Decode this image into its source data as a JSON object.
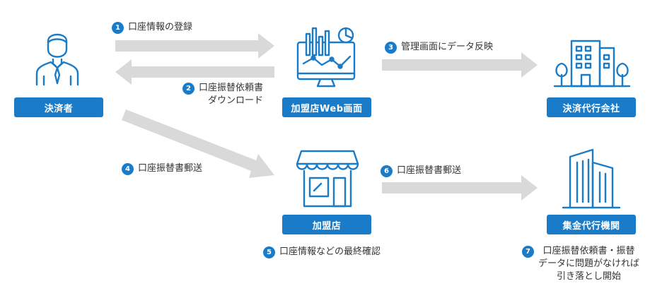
{
  "entities": {
    "payer": "決済者",
    "store_web": "加盟店Web画面",
    "settlement_agent": "決済代行会社",
    "store": "加盟店",
    "collection_agent": "集金代行機関"
  },
  "steps": [
    {
      "num": "1",
      "lines": [
        "口座情報の登録"
      ]
    },
    {
      "num": "2",
      "lines": [
        "口座振替依頼書",
        "ダウンロード"
      ]
    },
    {
      "num": "3",
      "lines": [
        "管理画面にデータ反映"
      ]
    },
    {
      "num": "4",
      "lines": [
        "口座振替書郵送"
      ]
    },
    {
      "num": "5",
      "lines": [
        "口座情報などの最終確認"
      ]
    },
    {
      "num": "6",
      "lines": [
        "口座振替書郵送"
      ]
    },
    {
      "num": "7",
      "lines": [
        "口座振替依頼書・振替",
        "データに問題がなければ",
        "引き落とし開始"
      ]
    }
  ],
  "colors": {
    "accent": "#1a7cc9",
    "arrow": "#d9d9d9",
    "icon_stroke": "#1a7cc9"
  },
  "icons": {
    "payer": "businessman-icon",
    "store_web": "dashboard-monitor-icon",
    "settlement_agent": "office-building-icon",
    "store": "storefront-icon",
    "collection_agent": "skyscraper-icon"
  }
}
